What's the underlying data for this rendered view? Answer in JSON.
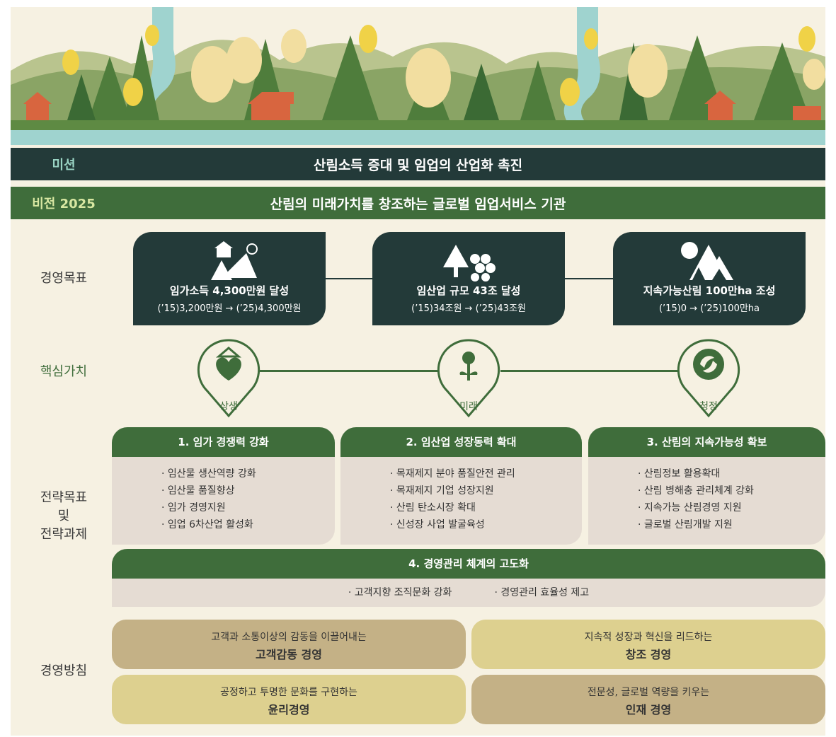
{
  "mission": {
    "label": "미션",
    "text": "산림소득 증대 및 임업의 산업화 촉진"
  },
  "vision": {
    "label": "비전 2025",
    "text": "산림의 미래가치를 창조하는 글로벌 임업서비스 기관"
  },
  "row_labels": {
    "goals": "경영목표",
    "core_values": "핵심가치",
    "strategy_l1": "전략목표",
    "strategy_l2": "및",
    "strategy_l3": "전략과제",
    "policy": "경영방침"
  },
  "goals": [
    {
      "title": "임가소득 4,300만원 달성",
      "sub": "(’15)3,200만원 → (’25)4,300만원"
    },
    {
      "title": "임산업 규모 43조 달성",
      "sub": "(’15)34조원 → (’25)43조원"
    },
    {
      "title": "지속가능산림 100만ha 조성",
      "sub": "(’15)0 → (’25)100만ha"
    }
  ],
  "core_values": [
    {
      "label": "상생",
      "icon": "heart-house-icon"
    },
    {
      "label": "미래",
      "icon": "lightbulb-sprout-icon"
    },
    {
      "label": "청정",
      "icon": "leaf-cycle-icon"
    }
  ],
  "strategies": [
    {
      "title": "1. 임가 경쟁력 강화",
      "items": [
        "· 임산물 생산역량 강화",
        "· 임산물 품질향상",
        "· 임가 경영지원",
        "· 임업 6차산업 활성화"
      ]
    },
    {
      "title": "2. 임산업 성장동력 확대",
      "items": [
        "· 목재제지 분야 품질안전 관리",
        "· 목재제지 기업 성장지원",
        "· 산림 탄소시장 확대",
        "· 신성장 사업 발굴육성"
      ]
    },
    {
      "title": "3. 산림의 지속가능성 확보",
      "items": [
        "· 산림정보 활용확대",
        "· 산림 병해충 관리체계 강화",
        "· 지속가능 산림경영 지원",
        "· 글로벌 산림개발 지원"
      ]
    }
  ],
  "strategy4": {
    "title": "4. 경영관리 체계의 고도화",
    "items": [
      "· 고객지향 조직문화 강화",
      "· 경영관리 효율성 제고"
    ]
  },
  "policies": [
    {
      "line1": "고객과 소통이상의 감동을 이끌어내는",
      "line2": "고객감동 경영",
      "color": "#c4b186"
    },
    {
      "line1": "지속적 성장과 혁신을 리드하는",
      "line2": "창조 경영",
      "color": "#ddd08f"
    },
    {
      "line1": "공정하고 투명한 문화를 구현하는",
      "line2": "윤리경영",
      "color": "#ddd08f"
    },
    {
      "line1": "전문성, 글로벌 역량을 키우는",
      "line2": "인재 경영",
      "color": "#c4b186"
    }
  ],
  "colors": {
    "dark": "#233a39",
    "green": "#3f6d3b",
    "cream": "#f6f1e2",
    "body": "#e5dcd3"
  }
}
